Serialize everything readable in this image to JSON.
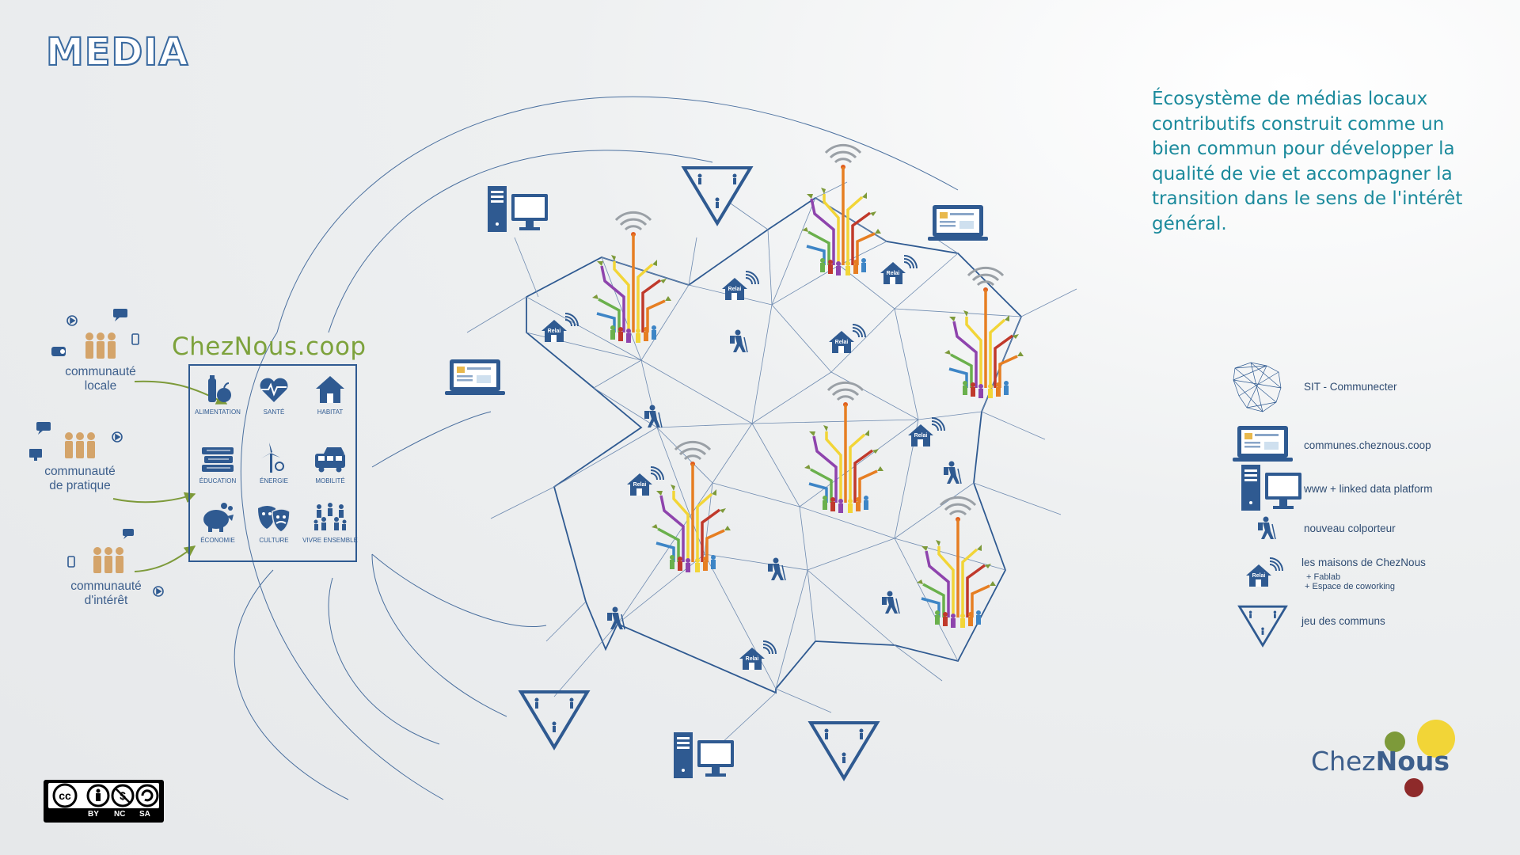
{
  "title": "MEDIA",
  "intro": "Écosystème de médias locaux contributifs construit comme un bien commun pour développer la qualité de vie et accompagner la transition dans le sens de l'intérêt général.",
  "communities": [
    {
      "line1": "communauté",
      "line2": "locale"
    },
    {
      "line1": "communauté",
      "line2": "de pratique"
    },
    {
      "line1": "communauté",
      "line2": "d'intérêt"
    }
  ],
  "brand": "ChezNous.coop",
  "sectors": [
    {
      "label": "ALIMENTATION",
      "icon": "food-icon"
    },
    {
      "label": "SANTÉ",
      "icon": "heart-pulse-icon"
    },
    {
      "label": "HABITAT",
      "icon": "house-icon"
    },
    {
      "label": "ÉDUCATION",
      "icon": "books-icon"
    },
    {
      "label": "ÉNERGIE",
      "icon": "wind-turbine-icon"
    },
    {
      "label": "MOBILITÉ",
      "icon": "bus-car-icon"
    },
    {
      "label": "ÉCONOMIE",
      "icon": "piggy-bank-icon"
    },
    {
      "label": "CULTURE",
      "icon": "theater-masks-icon"
    },
    {
      "label": "VIVRE ENSEMBLE",
      "icon": "people-group-icon"
    }
  ],
  "map_labels": {
    "relai": "Relai"
  },
  "legend": [
    {
      "label": "SIT - Communecter",
      "icon": "network-mesh-icon"
    },
    {
      "label": "communes.cheznous.coop",
      "icon": "laptop-icon"
    },
    {
      "label": "www + linked data platform",
      "icon": "desktop-computer-icon"
    },
    {
      "label": "nouveau colporteur",
      "icon": "hiker-icon"
    },
    {
      "label": "les maisons de ChezNous",
      "icon": "relai-house-icon",
      "sub1": "+ Fablab",
      "sub2": "+ Espace de coworking"
    },
    {
      "label": "jeu des communs",
      "icon": "triangle-people-icon"
    }
  ],
  "license": {
    "by": "BY",
    "nc": "NC",
    "sa": "SA"
  },
  "logo": {
    "part1": "Chez",
    "part2": "Nous"
  },
  "colors": {
    "primary": "#2f5a91",
    "teal": "#1b8a9c",
    "green": "#7da23c",
    "tan": "#d4a46a",
    "yellow": "#f2d537",
    "olive": "#7d9a3a",
    "maroon": "#8e2a2a"
  }
}
